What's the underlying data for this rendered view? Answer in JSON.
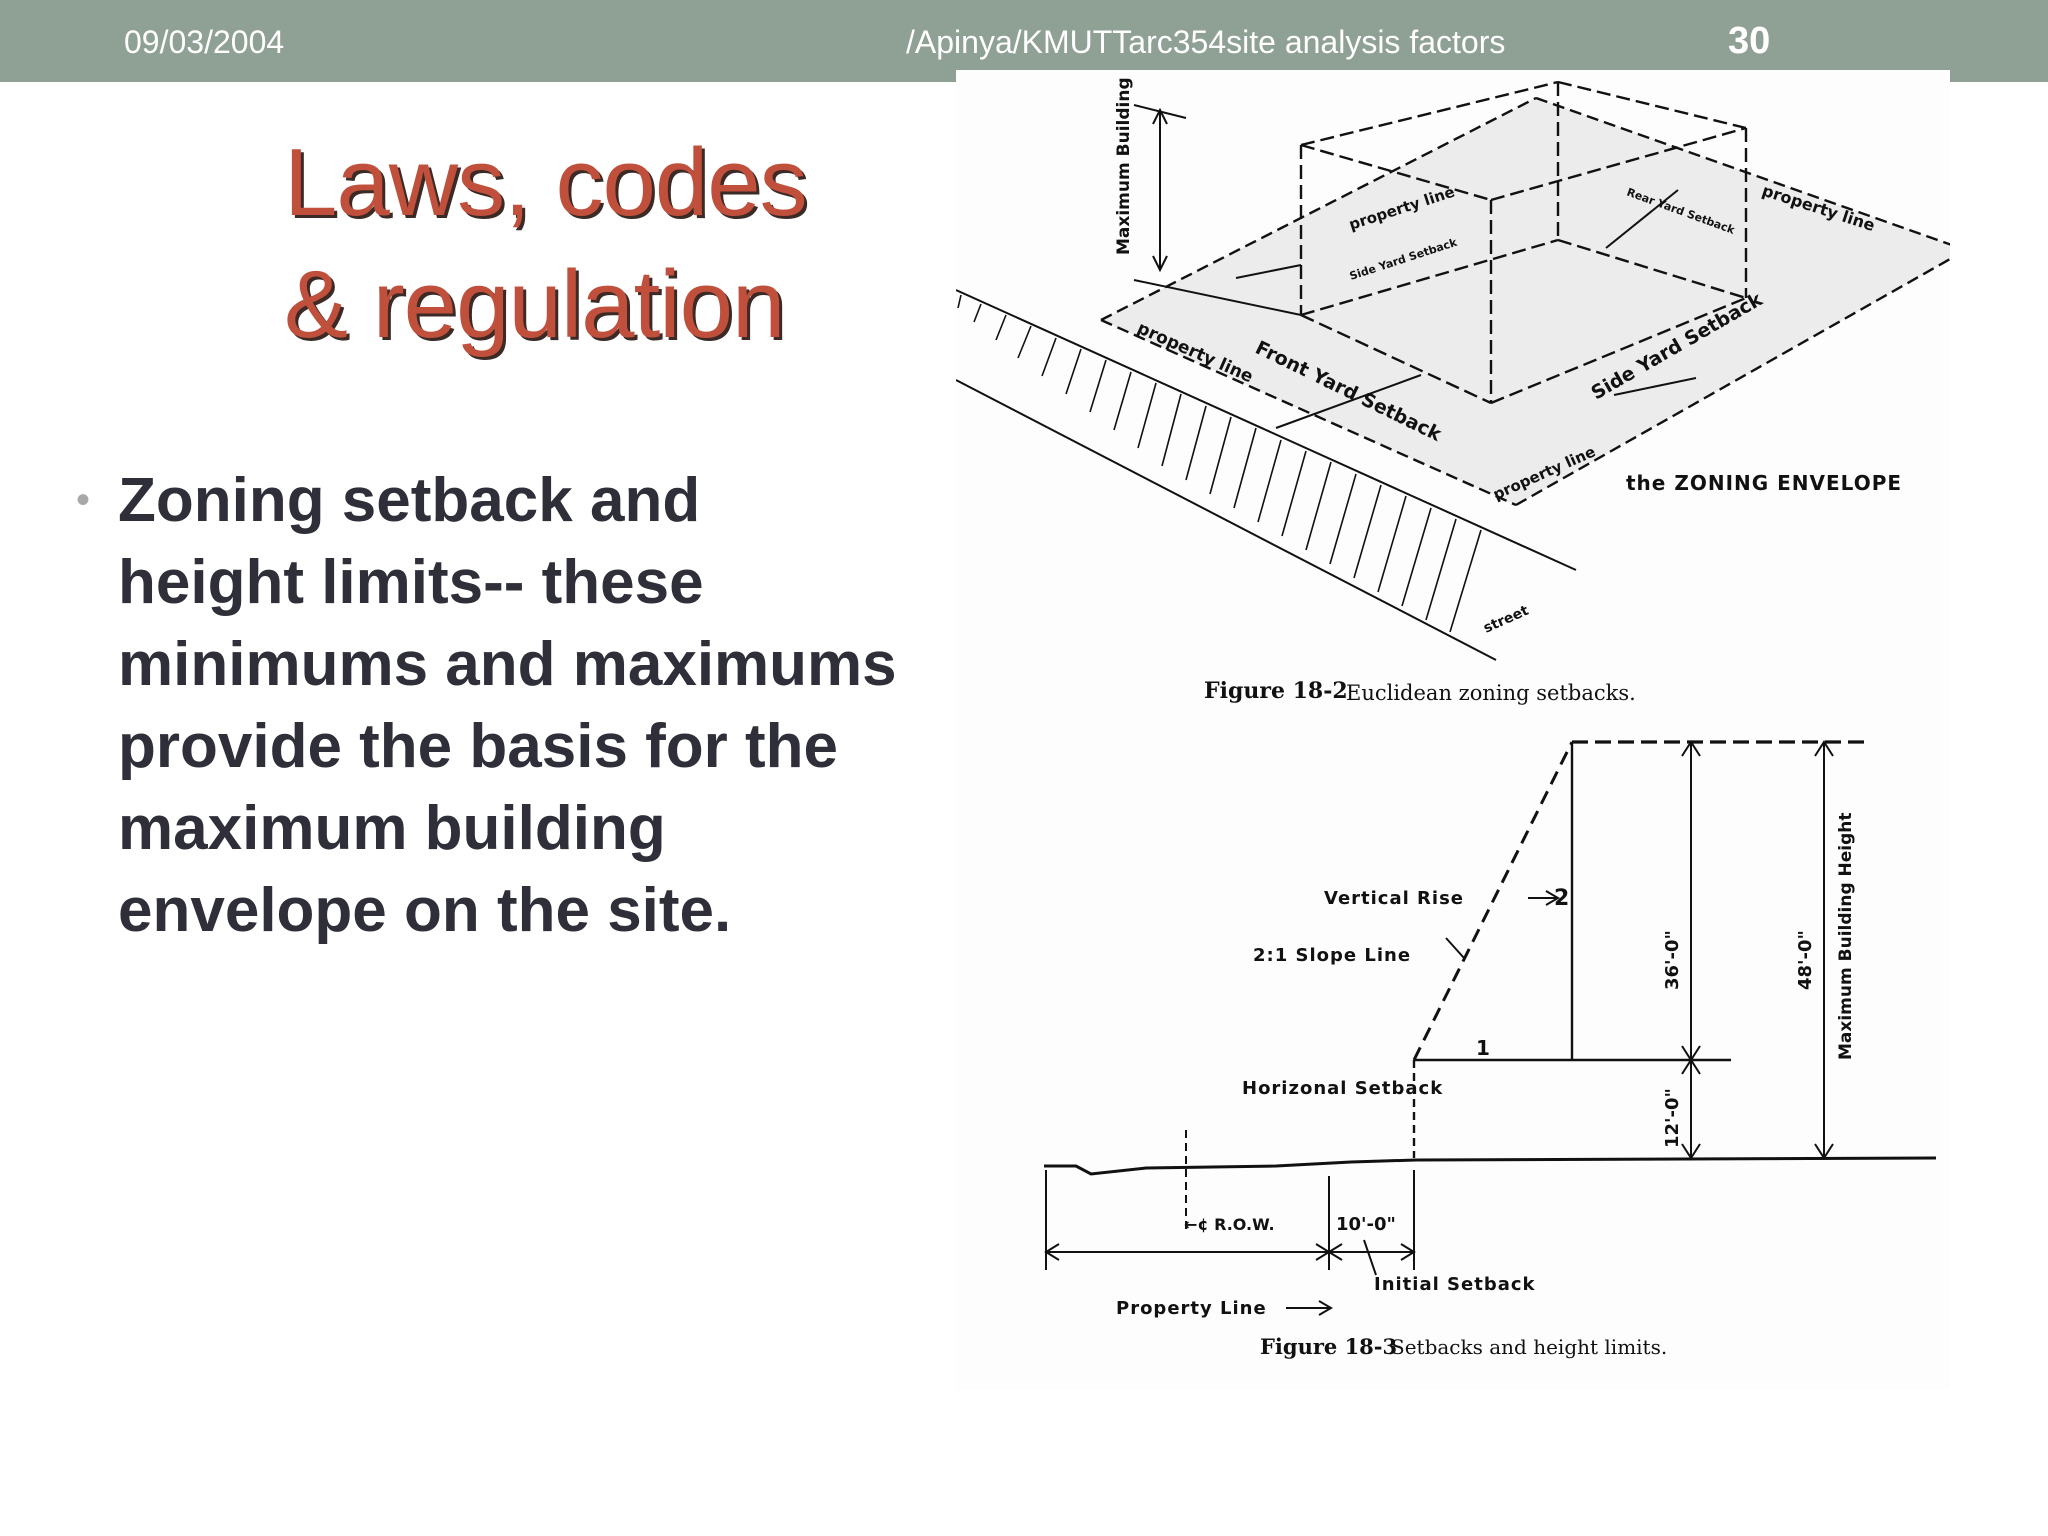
{
  "header": {
    "date": "09/03/2004",
    "path": "/Apinya/KMUTTarc354site analysis factors",
    "slide_number": "30"
  },
  "slide": {
    "title_line1": "Laws, codes",
    "title_line2": "& regulation",
    "bullet": "Zoning setback and height limits-- these minimums and maximums provide the basis for the maximum building envelope on the site."
  },
  "figure1": {
    "label_max_height": "Maximum Building Height",
    "label_property_line_top": "property line",
    "label_side_yard_setback_back": "Side Yard Setback",
    "label_rear_yard_setback": "Rear Yard Setback",
    "label_property_line_right": "property line",
    "label_property_line_front": "property line",
    "label_front_yard_setback": "Front Yard Setback",
    "label_side_yard_setback": "Side Yard Setback",
    "label_property_line_bottom": "property line",
    "label_envelope": "the ZONING ENVELOPE",
    "label_street": "street",
    "caption_num": "Figure 18-2",
    "caption_text": "Euclidean zoning setbacks."
  },
  "figure2": {
    "label_vertical_rise": "Vertical Rise",
    "label_rise_value": "2",
    "label_slope_line": "2:1 Slope Line",
    "label_run_value": "1",
    "label_horizontal_setback": "Horizonal Setback",
    "label_dim_36": "36'-0\"",
    "label_dim_12": "12'-0\"",
    "label_dim_48": "48'-0\"",
    "label_max_height": "Maximum Building Height",
    "label_row": "←¢ R.O.W.",
    "label_dim_10": "10'-0\"",
    "label_initial_setback": "Initial Setback",
    "label_property_line": "Property Line",
    "caption_num": "Figure 18-3",
    "caption_text": "Setbacks and height limits."
  }
}
